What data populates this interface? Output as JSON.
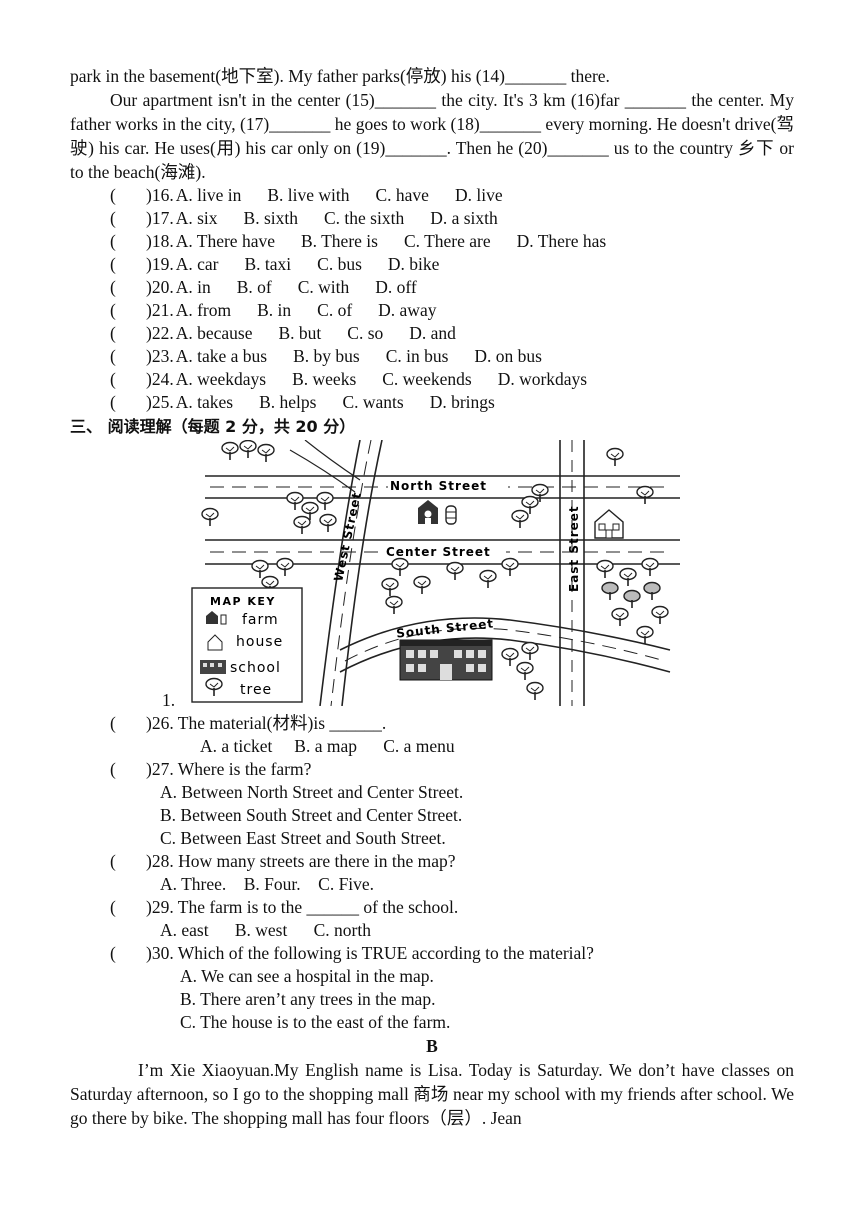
{
  "cloze_text": {
    "line1": "park in the basement(地下室). My father parks(停放) his (14)_______ there.",
    "para2": "Our apartment isn't in the center (15)_______ the city. It's 3 km (16)far _______ the center. My father works in the city, (17)_______ he goes to work (18)_______ every morning. He doesn't drive(驾驶) his car. He uses(用) his car only on (19)_______. Then he (20)_______ us to the country 乡下 or to the beach(海滩)."
  },
  "cloze_questions": [
    {
      "num": ")16.",
      "options": [
        "A. live in",
        "B. live with",
        "C. have",
        "D. live"
      ]
    },
    {
      "num": ")17.",
      "options": [
        "A. six",
        "B. sixth",
        "C. the sixth",
        "D. a sixth"
      ]
    },
    {
      "num": ")18.",
      "options": [
        "A. There have",
        "B. There is",
        "C. There are",
        "D. There has"
      ]
    },
    {
      "num": ")19.",
      "options": [
        "A. car",
        "B. taxi",
        "C. bus",
        "D. bike"
      ]
    },
    {
      "num": ")20.",
      "options": [
        "A. in",
        "B. of",
        "C. with",
        "D. off"
      ]
    },
    {
      "num": ")21.",
      "options": [
        "A. from",
        "B. in",
        "C. of",
        "D. away"
      ]
    },
    {
      "num": ")22.",
      "options": [
        "A. because",
        "B. but",
        "C. so",
        "D. and"
      ]
    },
    {
      "num": ")23.",
      "options": [
        "A. take a bus",
        "B. by bus",
        "C. in bus",
        "D. on bus"
      ]
    },
    {
      "num": ")24.",
      "options": [
        "A. weekdays",
        "B. weeks",
        "C. weekends",
        "D. workdays"
      ]
    },
    {
      "num": ")25.",
      "options": [
        "A. takes",
        "B. helps",
        "C. wants",
        "D. brings"
      ]
    }
  ],
  "bracket": "(",
  "section3_title": "三、 阅读理解（每题 2 分，共 20 分）",
  "map": {
    "number": "1.",
    "streets": {
      "north": "North Street",
      "center": "Center Street",
      "south": "South Street",
      "west": "West Street",
      "east": "East Street"
    },
    "key_title": "MAP KEY",
    "key_items": [
      "farm",
      "house",
      "school",
      "tree"
    ]
  },
  "reading_questions": [
    {
      "stem": ")26. The material(材料)is ______.",
      "options_inline": "A. a ticket     B. a map      C. a menu"
    },
    {
      "stem": ")27. Where is the farm?",
      "options": [
        "A. Between North Street and Center Street.",
        "B. Between South Street and Center Street.",
        "C. Between East Street and South Street."
      ]
    },
    {
      "stem": ")28. How many streets are there in the map?",
      "options_inline": "A. Three.    B. Four.    C. Five."
    },
    {
      "stem": ")29. The farm is to the ______ of the school.",
      "options_inline": "A. east      B. west      C. north"
    },
    {
      "stem": ")30. Which of the following is TRUE according to the material?",
      "options": [
        "A. We can see a hospital in the map.",
        "B. There aren’t any trees in the map.",
        "C. The house is to the east of the farm."
      ]
    }
  ],
  "passage_b_title": "B",
  "passage_b_text": "I’m Xie Xiaoyuan.My English name is Lisa. Today is Saturday. We don’t have classes on Saturday afternoon, so I go to the shopping mall 商场  near my school with my friends after school. We go there by bike. The shopping mall has four floors（层）. Jean"
}
